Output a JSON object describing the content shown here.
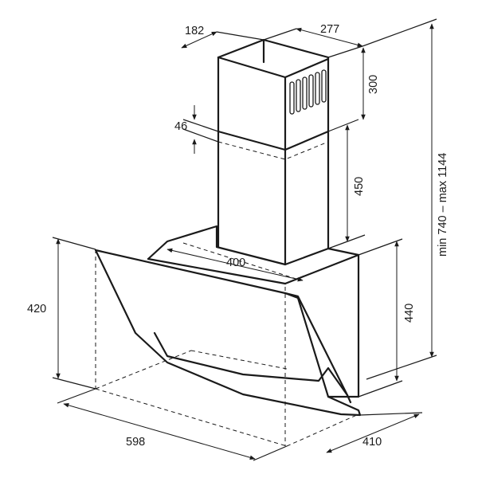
{
  "dimensions": {
    "chimney_depth": "182",
    "chimney_width": "277",
    "upper_chimney_height": "300",
    "chimney_overlap": "46",
    "lower_chimney_height": "450",
    "chimney_span": "400",
    "body_front_height": "420",
    "body_back_height": "440",
    "total_width": "598",
    "total_depth": "410",
    "total_height_range": "min 740 – max 1144"
  }
}
